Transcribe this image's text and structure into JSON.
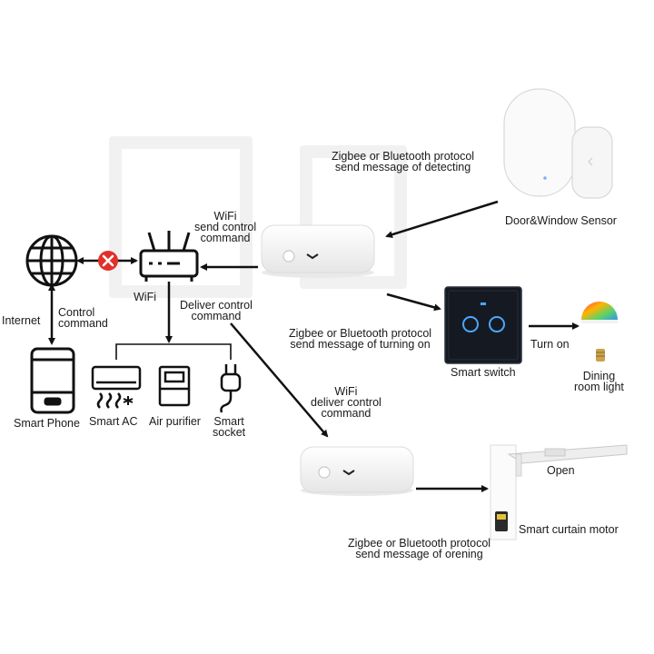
{
  "nodes": {
    "internet": "Internet",
    "control_command": [
      "Control",
      "command"
    ],
    "wifi_router": "WiFi",
    "smart_phone": "Smart Phone",
    "smart_ac": "Smart AC",
    "air_purifier": "Air purifier",
    "smart_socket": [
      "Smart",
      "socket"
    ],
    "door_window_sensor": "Door&Window Sensor",
    "smart_switch": "Smart switch",
    "dining_room_light": [
      "Dining",
      "room light"
    ],
    "smart_curtain_motor": "Smart curtain motor"
  },
  "edges": {
    "sensor_to_hub": [
      "Zigbee or Bluetooth protocol",
      "send message of detecting"
    ],
    "hub_to_router": [
      "WiFi",
      "send control",
      "command"
    ],
    "router_deliver": [
      "Deliver control",
      "command"
    ],
    "switch_msg": [
      "Zigbee or Bluetooth protocol",
      "send message of turning on"
    ],
    "turn_on": "Turn on",
    "hub2_msg": [
      "WiFi",
      "deliver control",
      "command"
    ],
    "open": "Open",
    "curtain_msg": [
      "Zigbee or Bluetooth protocol",
      "send message of orening"
    ]
  },
  "colors": {
    "arrow": "#111111",
    "blocked": "#e0302a",
    "switch_panel": "#151a22",
    "switch_ring": "#4aa8ff",
    "hub_body": "#f4f4f4"
  },
  "icons": {
    "blocked": "x-circle-icon",
    "internet": "globe-icon",
    "router": "router-icon",
    "phone": "smartphone-icon",
    "ac": "air-conditioner-icon",
    "purifier": "air-purifier-icon",
    "socket": "plug-icon"
  }
}
